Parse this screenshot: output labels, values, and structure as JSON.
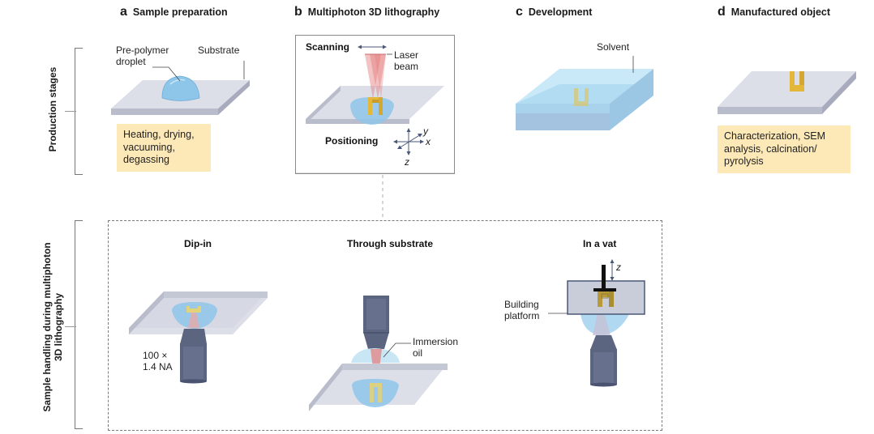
{
  "panels": [
    {
      "letter": "a",
      "title": "Sample preparation"
    },
    {
      "letter": "b",
      "title": "Multiphoton 3D lithography"
    },
    {
      "letter": "c",
      "title": "Development"
    },
    {
      "letter": "d",
      "title": "Manufactured object"
    }
  ],
  "row_labels": {
    "production": "Production stages",
    "handling_line1": "Sample handling during multiphoton",
    "handling_line2": "3D lithography"
  },
  "panel_a": {
    "droplet_label_line1": "Pre-polymer",
    "droplet_label_line2": "droplet",
    "substrate_label": "Substrate",
    "note_lines": [
      "Heating, drying,",
      "vacuuming,",
      "degassing"
    ]
  },
  "panel_b": {
    "scanning_label": "Scanning",
    "laser_label_line1": "Laser",
    "laser_label_line2": "beam",
    "positioning_label": "Positioning",
    "axis_x": "x",
    "axis_y": "y",
    "axis_z": "z"
  },
  "panel_c": {
    "solvent_label": "Solvent"
  },
  "panel_d": {
    "note_lines": [
      "Characterization, SEM",
      "analysis, calcination/",
      "pyrolysis"
    ]
  },
  "handling": {
    "dip_in": {
      "title": "Dip-in",
      "objective_line1": "100 ×",
      "objective_line2": "1.4 NA"
    },
    "through_substrate": {
      "title": "Through substrate",
      "oil_line1": "Immersion",
      "oil_line2": "oil"
    },
    "in_vat": {
      "title": "In a vat",
      "platform_line1": "Building",
      "platform_line2": "platform",
      "axis_z": "z"
    }
  },
  "colors": {
    "substrate_top": "#d9dbe6",
    "substrate_side": "#b9bccb",
    "droplet": "#8ec6ea",
    "structure": "#e2b73a",
    "laser": "#e57a7a",
    "solvent": "#a9d8f0",
    "note_bg": "#fde9b8",
    "objective": "#5b6580"
  }
}
